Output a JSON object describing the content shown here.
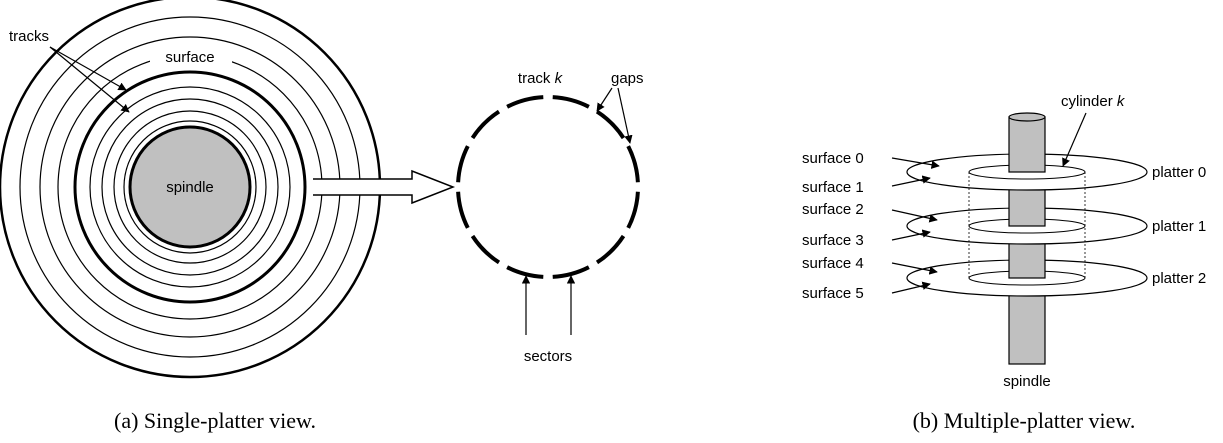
{
  "panel_a": {
    "labels": {
      "tracks": "tracks",
      "surface": "surface",
      "spindle": "spindle",
      "track": "track",
      "track_var": "k",
      "gaps": "gaps",
      "sectors": "sectors"
    },
    "caption": "(a) Single-platter view."
  },
  "panel_b": {
    "cylinder": "cylinder",
    "cylinder_var": "k",
    "surfaces": [
      "surface 0",
      "surface 1",
      "surface 2",
      "surface 3",
      "surface 4",
      "surface 5"
    ],
    "platters": [
      "platter 0",
      "platter 1",
      "platter 2"
    ],
    "spindle": "spindle",
    "caption": "(b) Multiple-platter view."
  },
  "colors": {
    "stroke": "#000000",
    "spindle_fill": "#c0c0c0",
    "background": "#ffffff"
  }
}
